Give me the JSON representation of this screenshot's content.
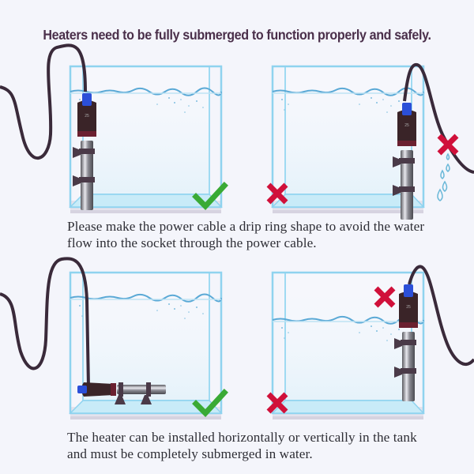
{
  "header": {
    "title": "Heaters need to be fully submerged to function properly and safely."
  },
  "panels": [
    {
      "id": "top-left",
      "orientation": "vertical",
      "status": "correct",
      "mark": "check-icon",
      "description": "Heater submerged, cable forms drip loop outside tank"
    },
    {
      "id": "top-right",
      "orientation": "vertical",
      "status": "incorrect",
      "mark": "cross-icon",
      "description": "No drip loop, water drips along cable",
      "extra_marks": [
        "cross-icon on cable"
      ]
    },
    {
      "id": "bottom-left",
      "orientation": "horizontal",
      "status": "correct",
      "mark": "check-icon",
      "description": "Heater installed horizontally and fully submerged"
    },
    {
      "id": "bottom-right",
      "orientation": "vertical",
      "status": "incorrect",
      "mark": "cross-icon",
      "description": "Heater head above the water line",
      "extra_marks": [
        "cross-icon near heater head"
      ]
    }
  ],
  "captions": {
    "drip_ring": "Please make the power cable a drip ring shape to avoid the water flow into the socket through the power cable.",
    "submerge": "The heater can be installed horizontally or vertically in the tank and must be completely submerged in water."
  },
  "colors": {
    "background": "#f4f5fb",
    "title": "#4a2f4a",
    "check": "#3aaa35",
    "cross": "#d0103a",
    "glass": "#8fd3ef",
    "water_line": "#5aa9d6",
    "cable": "#3a2a3a",
    "heater_cap": "#2b4fd8",
    "heater_body": "#3a2428"
  }
}
